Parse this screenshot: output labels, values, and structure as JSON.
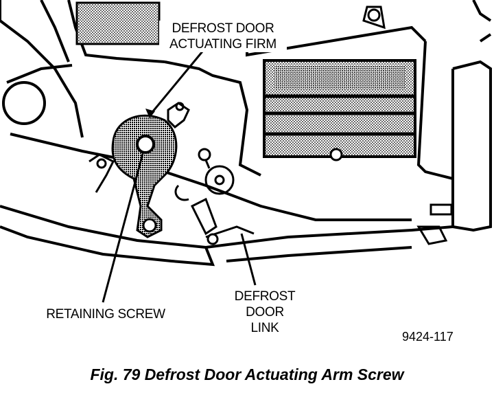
{
  "callouts": {
    "actuating_arm": "DEFROST DOOR\nACTUATING FIRM",
    "retaining_screw": "RETAINING SCREW",
    "door_link": "DEFROST\nDOOR\nLINK"
  },
  "figure_number": "9424-117",
  "caption": "Fig. 79 Defrost Door Actuating Arm Screw"
}
